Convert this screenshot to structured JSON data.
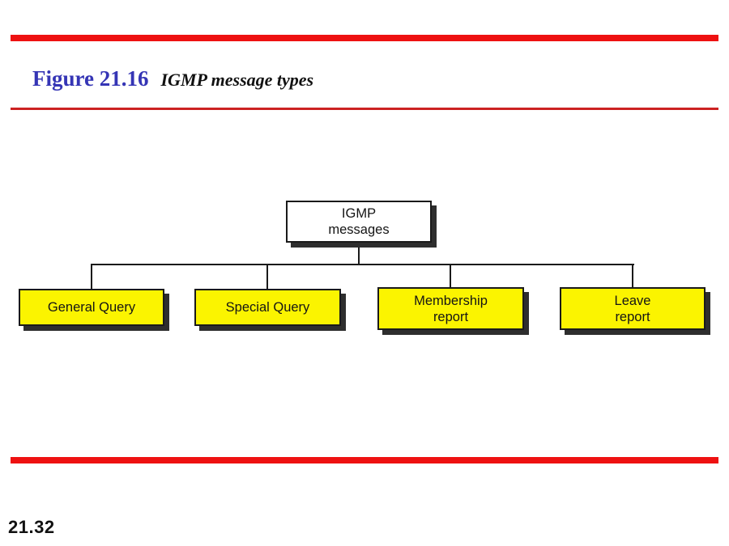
{
  "header": {
    "figure_label": "Figure 21.16",
    "figure_caption": "IGMP message types"
  },
  "footer": {
    "page_number": "21.32"
  },
  "colors": {
    "thick_rule_red": "#ee1111",
    "thin_rule_red": "#cc2222",
    "figure_label_blue": "#3535b5",
    "child_box_yellow": "#fbf400",
    "root_box_white": "#ffffff",
    "box_shadow_gray": "#2e2e2e",
    "line_and_text_ink": "#1a1a1a"
  },
  "diagram": {
    "type": "tree",
    "root": {
      "line1": "IGMP",
      "line2": "messages"
    },
    "children": {
      "c1": {
        "line1": "General Query"
      },
      "c2": {
        "line1": "Special Query"
      },
      "c3": {
        "line1": "Membership",
        "line2": "report"
      },
      "c4": {
        "line1": "Leave",
        "line2": "report"
      }
    }
  }
}
